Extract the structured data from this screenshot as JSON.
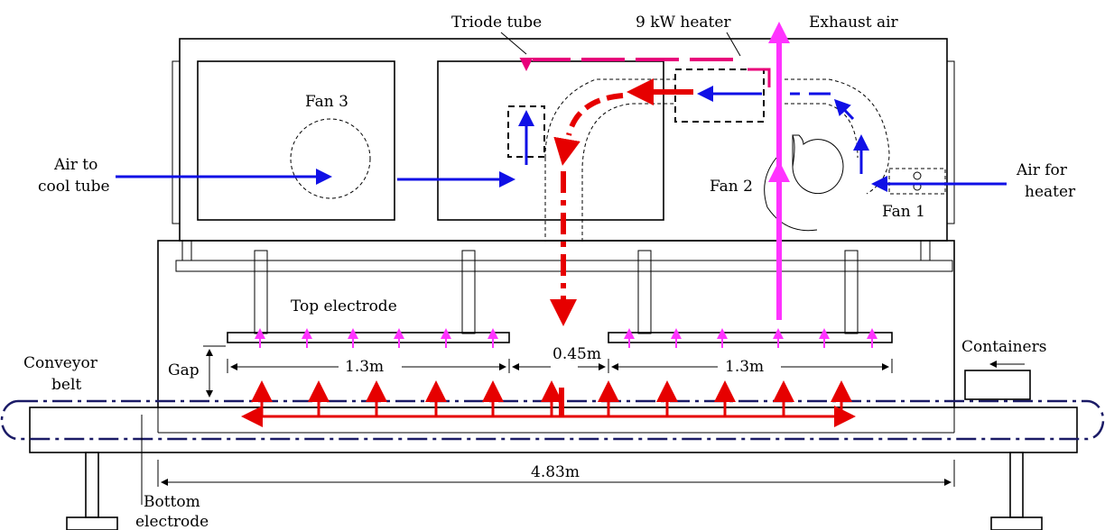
{
  "labels": {
    "triode_tube": "Triode tube",
    "heater": "9 kW heater",
    "exhaust_air": "Exhaust air",
    "fan3": "Fan 3",
    "air_to_cool_1": "Air to",
    "air_to_cool_2": "cool tube",
    "air_for_heater_1": "Air for",
    "air_for_heater_2": "heater",
    "fan2": "Fan 2",
    "fan1": "Fan 1",
    "top_electrode": "Top electrode",
    "conveyor_1": "Conveyor",
    "conveyor_2": "belt",
    "gap": "Gap",
    "containers": "Containers",
    "dim_left": "1.3m",
    "dim_gap": "0.45m",
    "dim_right": "1.3m",
    "dim_total": "4.83m",
    "bottom_electrode_1": "Bottom",
    "bottom_electrode_2": "electrode"
  },
  "colors": {
    "cool_air": "#1010e6",
    "hot_air": "#e8007a",
    "rf_field": "#e60000",
    "exhaust": "#ff33ff",
    "belt": "#1a1a66"
  }
}
